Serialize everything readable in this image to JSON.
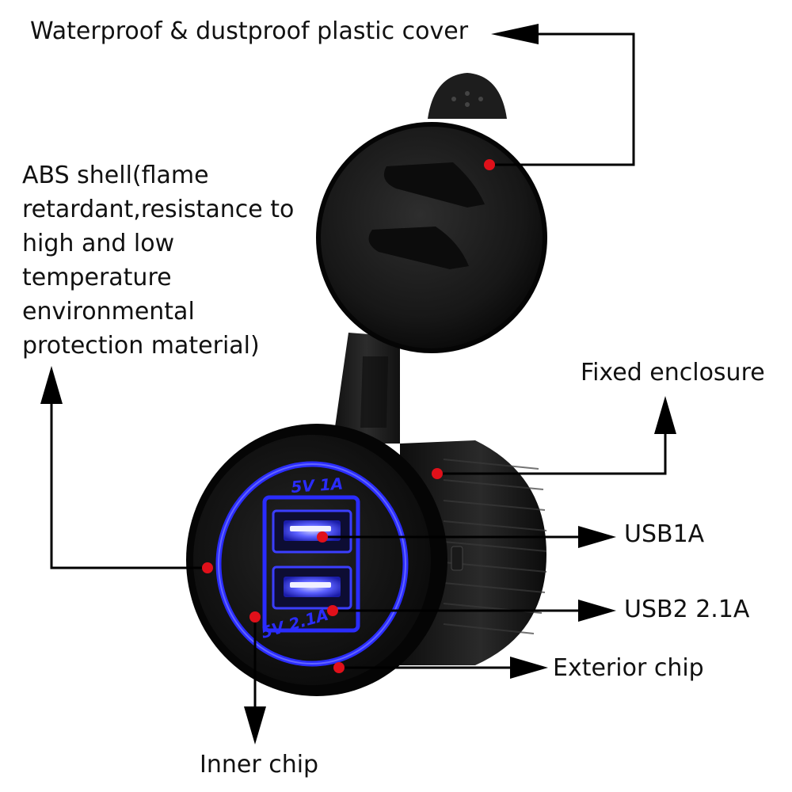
{
  "labels": {
    "cover": "Waterproof & dustproof plastic cover",
    "abs_shell": [
      "ABS shell(flame",
      "retardant,resistance to",
      "high and low",
      "temperature",
      "environmental",
      "protection material)"
    ],
    "fixed_enclosure": "Fixed enclosure",
    "usb1": "USB1A",
    "usb2": "USB2 2.1A",
    "exterior_chip": "Exterior chip",
    "inner_chip": "Inner chip"
  },
  "product_markings": {
    "port_top": "5V 1A",
    "port_bottom": "5V 2.1A"
  },
  "colors": {
    "led_blue": "#2a2cff",
    "marker_red": "#e0101a",
    "body_black": "#151515",
    "arrow_black": "#000000"
  }
}
